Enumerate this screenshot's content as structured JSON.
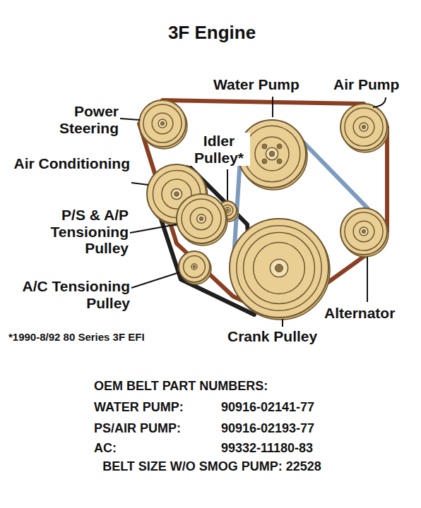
{
  "diagram": {
    "title": "3F Engine",
    "labels": [
      "Water Pump",
      "Air Pump",
      "Power Steering",
      "Idler Pulley*",
      "Air Conditioning",
      "P/S & A/P Tensioning Pulley",
      "A/C Tensioning Pulley",
      "Alternator",
      "Crank Pulley",
      "*1990-8/92 80 Series 3F EFI",
      "OEM BELT PART NUMBERS:",
      "WATER PUMP:",
      "90916-02141-77",
      "PS/AIR PUMP:",
      "90916-02193-77",
      "AC:",
      "99332-11180-83",
      "BELT SIZE W/O SMOG PUMP: 22528"
    ]
  }
}
